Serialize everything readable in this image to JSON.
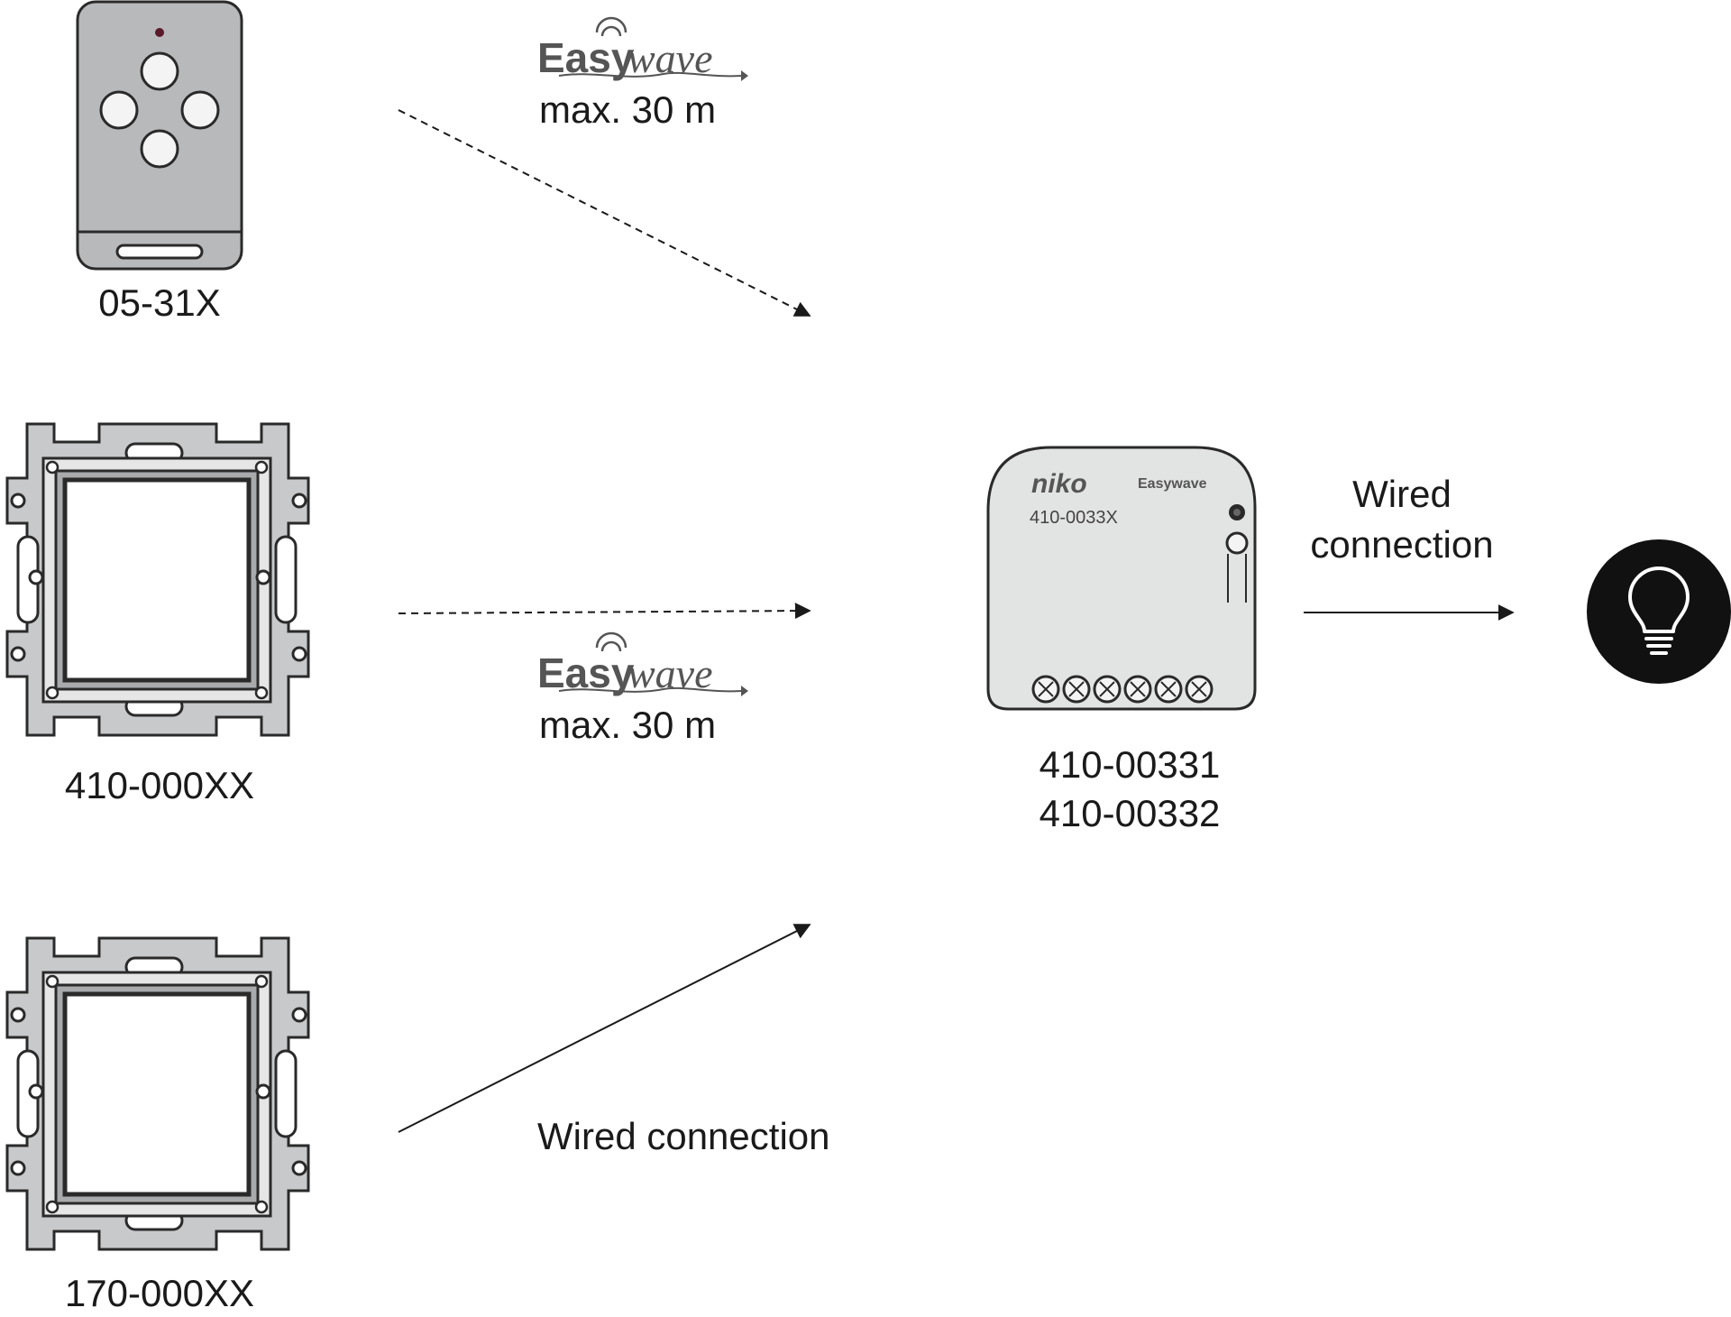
{
  "devices": {
    "remote": {
      "code": "05-31X"
    },
    "mechanism_a": {
      "code": "410-000XX"
    },
    "mechanism_b": {
      "code": "170-000XX"
    },
    "receiver": {
      "brand": "niko",
      "logo": "Easywave",
      "model_print": "410-0033X",
      "code_1": "410-00331",
      "code_2": "410-00332"
    },
    "lamp": {
      "icon": "light-bulb-icon"
    }
  },
  "links": {
    "top": {
      "logo_easy": "Easy",
      "logo_wave": "wave",
      "range": "max. 30 m",
      "style": "dashed"
    },
    "middle": {
      "logo_easy": "Easy",
      "logo_wave": "wave",
      "range": "max. 30 m",
      "style": "dashed"
    },
    "bottom": {
      "label": "Wired connection",
      "style": "solid"
    },
    "output": {
      "label_line1": "Wired",
      "label_line2": "connection",
      "style": "solid"
    }
  },
  "colors": {
    "device_grey": "#b8b9bb",
    "plate_grey": "#c8c9cb",
    "lamp_bg": "#111111",
    "line": "#1a1a1a"
  }
}
